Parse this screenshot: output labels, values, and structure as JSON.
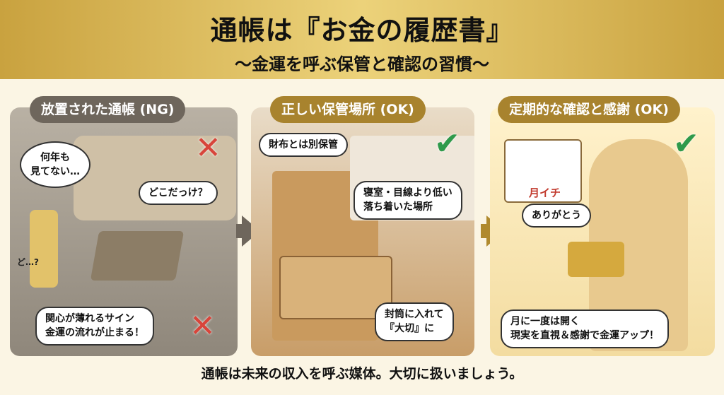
{
  "header": {
    "title": "通帳は『お金の履歴書』",
    "subtitle": "〜金運を呼ぶ保管と確認の習慣〜"
  },
  "panels": [
    {
      "label": "放置された通帳 (NG)",
      "bubbles": [
        "何年も\n見てない…",
        "どこだっけ？",
        "関心が薄れるサイン\n金運の流れが止まる！"
      ],
      "small": "ど…?",
      "mark": "cross-icon"
    },
    {
      "label": "正しい保管場所 (OK)",
      "bubbles": [
        "財布とは別保管",
        "寝室・目線より低い\n落ち着いた場所",
        "封筒に入れて\n『大切』に"
      ],
      "mark": "check-icon"
    },
    {
      "label": "定期的な確認と感謝 (OK)",
      "calendar": "月イチ",
      "bubbles": [
        "ありがとう",
        "月に一度は開く\n現実を直視＆感謝で金運アップ！"
      ],
      "mark": "check-icon"
    }
  ],
  "footer": "通帳は未来の収入を呼ぶ媒体。大切に扱いましょう。",
  "colors": {
    "gold": "#c9a23f",
    "ng": "#d8453b",
    "ok": "#2f9a4b"
  }
}
